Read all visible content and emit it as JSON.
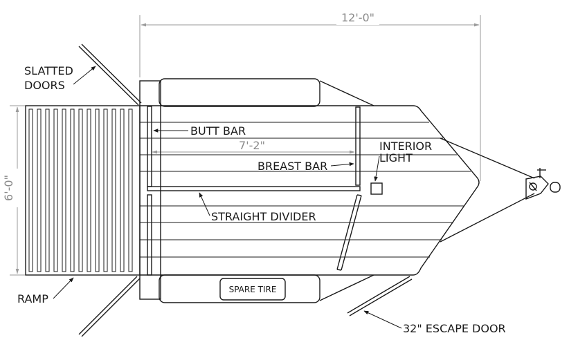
{
  "labels": {
    "slatted_doors_line1": "SLATTED",
    "slatted_doors_line2": "DOORS",
    "butt_bar": "BUTT BAR",
    "interior_light_line1": "INTERIOR",
    "interior_light_line2": "LIGHT",
    "breast_bar": "BREAST BAR",
    "straight_divider": "STRAIGHT DIVIDER",
    "ramp": "RAMP",
    "spare_tire": "SPARE TIRE",
    "escape_door": "32\" ESCAPE DOOR"
  },
  "dimensions": {
    "overall_length": "12'-0\"",
    "stall_length": "7'-2\"",
    "width": "6'-0\""
  },
  "colors": {
    "line": "#1a1a1a",
    "dimension": "#9a9a9a",
    "background": "#ffffff"
  }
}
